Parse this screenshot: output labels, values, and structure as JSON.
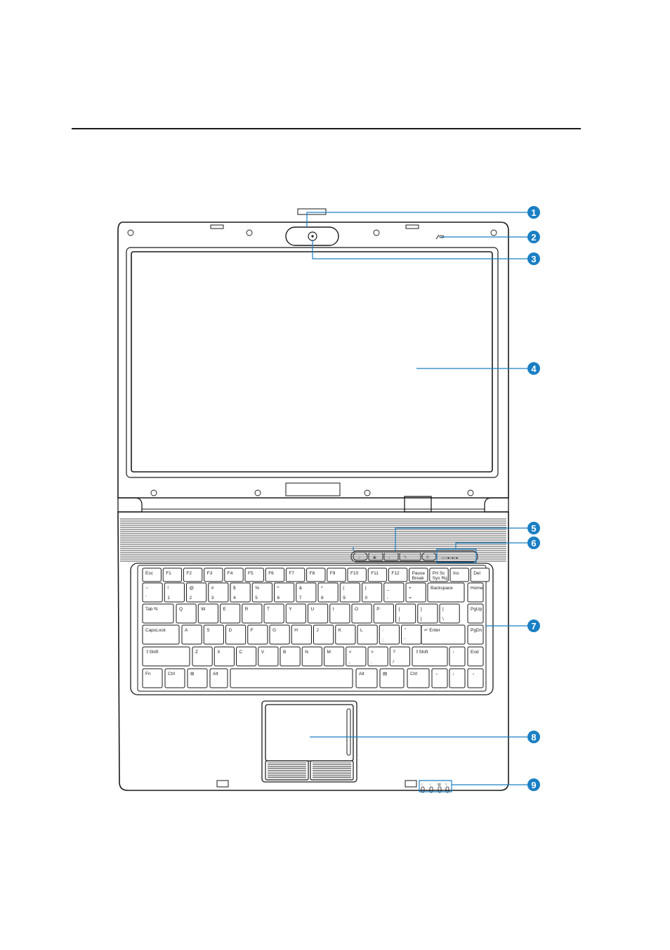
{
  "callouts": [
    "1",
    "2",
    "3",
    "4",
    "5",
    "6",
    "7",
    "8",
    "9"
  ],
  "icons": [
    "camera-icon",
    "microphone-icon",
    "power-icon",
    "led-indicator-icon"
  ],
  "colors": {
    "accent": "#1a7fc4",
    "outline": "#1a1a1a"
  },
  "keyboard": {
    "function_row": [
      {
        "main": "Esc",
        "sub": ""
      },
      {
        "main": "F1",
        "sub": ""
      },
      {
        "main": "F2",
        "sub": ""
      },
      {
        "main": "F3",
        "sub": ""
      },
      {
        "main": "F4",
        "sub": ""
      },
      {
        "main": "F5",
        "sub": ""
      },
      {
        "main": "F6",
        "sub": ""
      },
      {
        "main": "F7",
        "sub": ""
      },
      {
        "main": "F8",
        "sub": ""
      },
      {
        "main": "F9",
        "sub": ""
      },
      {
        "main": "F10",
        "sub": ""
      },
      {
        "main": "F11",
        "sub": ""
      },
      {
        "main": "F12",
        "sub": ""
      },
      {
        "main": "Pause",
        "sub": "Break"
      },
      {
        "main": "Prt Sc",
        "sub": "Sys Rq"
      },
      {
        "main": "Ins",
        "sub": ""
      },
      {
        "main": "Del",
        "sub": ""
      }
    ],
    "number_row": [
      {
        "top": "~",
        "bot": "`"
      },
      {
        "top": "!",
        "bot": "1"
      },
      {
        "top": "@",
        "bot": "2"
      },
      {
        "top": "#",
        "bot": "3"
      },
      {
        "top": "$",
        "bot": "4"
      },
      {
        "top": "%",
        "bot": "5"
      },
      {
        "top": "^",
        "bot": "6"
      },
      {
        "top": "&",
        "bot": "7"
      },
      {
        "top": "*",
        "bot": "8"
      },
      {
        "top": "(",
        "bot": "9"
      },
      {
        "top": ")",
        "bot": "0"
      },
      {
        "top": "_",
        "bot": "-"
      },
      {
        "top": "+",
        "bot": "="
      }
    ],
    "backspace": "Backspace",
    "home": "Home",
    "tab": "Tab",
    "qwerty": [
      "Q",
      "W",
      "E",
      "R",
      "T",
      "Y",
      "U",
      "I",
      "O",
      "P"
    ],
    "bracket_keys": [
      {
        "top": "{",
        "bot": "["
      },
      {
        "top": "}",
        "bot": "]"
      },
      {
        "top": "|",
        "bot": "\\"
      }
    ],
    "pgup": "PgUp",
    "capslock": "CapsLock",
    "asdf": [
      "A",
      "S",
      "D",
      "F",
      "G",
      "H",
      "J",
      "K",
      "L"
    ],
    "semicolon_keys": [
      {
        "top": ":",
        "bot": ";"
      },
      {
        "top": "\"",
        "bot": "'"
      }
    ],
    "enter": "Enter",
    "pgdn": "PgDn",
    "shift": "Shift",
    "zxcv": [
      "Z",
      "X",
      "C",
      "V",
      "B",
      "N",
      "M"
    ],
    "comma_keys": [
      {
        "top": "<",
        "bot": ","
      },
      {
        "top": ">",
        "bot": "."
      },
      {
        "top": "?",
        "bot": "/"
      }
    ],
    "up_arrow": "↑",
    "end": "End",
    "fn": "Fn",
    "ctrl": "Ctrl",
    "alt": "Alt",
    "left_arrow": "←",
    "down_arrow": "↓",
    "right_arrow": "→"
  }
}
